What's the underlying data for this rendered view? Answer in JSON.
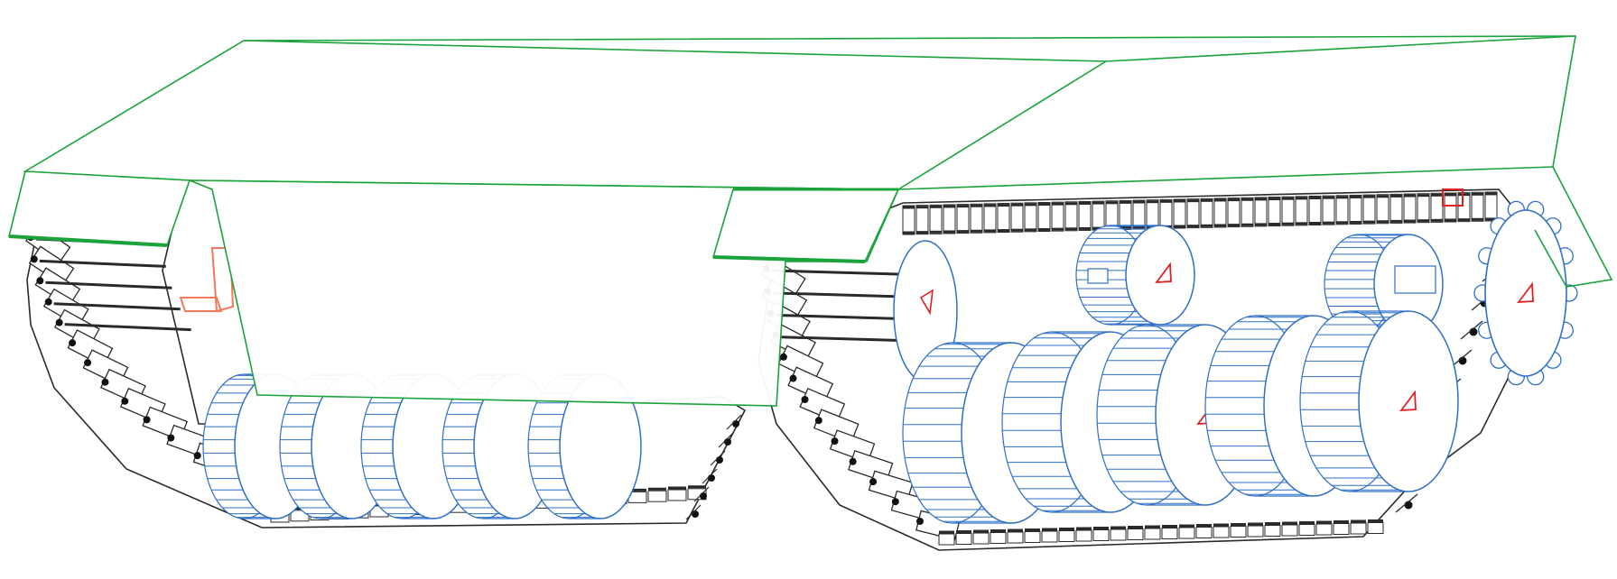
{
  "figure": {
    "type": "cad-wireframe",
    "subject": "tracked-vehicle-undercarriage",
    "colors": {
      "hull": "#1aa33a",
      "track": "#2a2a2a",
      "track_pin": "#111111",
      "road_wheel": "#2f6fc8",
      "wheel_marker": "#e02020",
      "hidden_parts": "#f07a5a",
      "background": "#ffffff"
    },
    "left_track": {
      "visible_road_wheels": 5
    },
    "right_track": {
      "front_road_wheels": 5,
      "upper_rollers": 2,
      "has_drive_sprocket": true
    }
  }
}
